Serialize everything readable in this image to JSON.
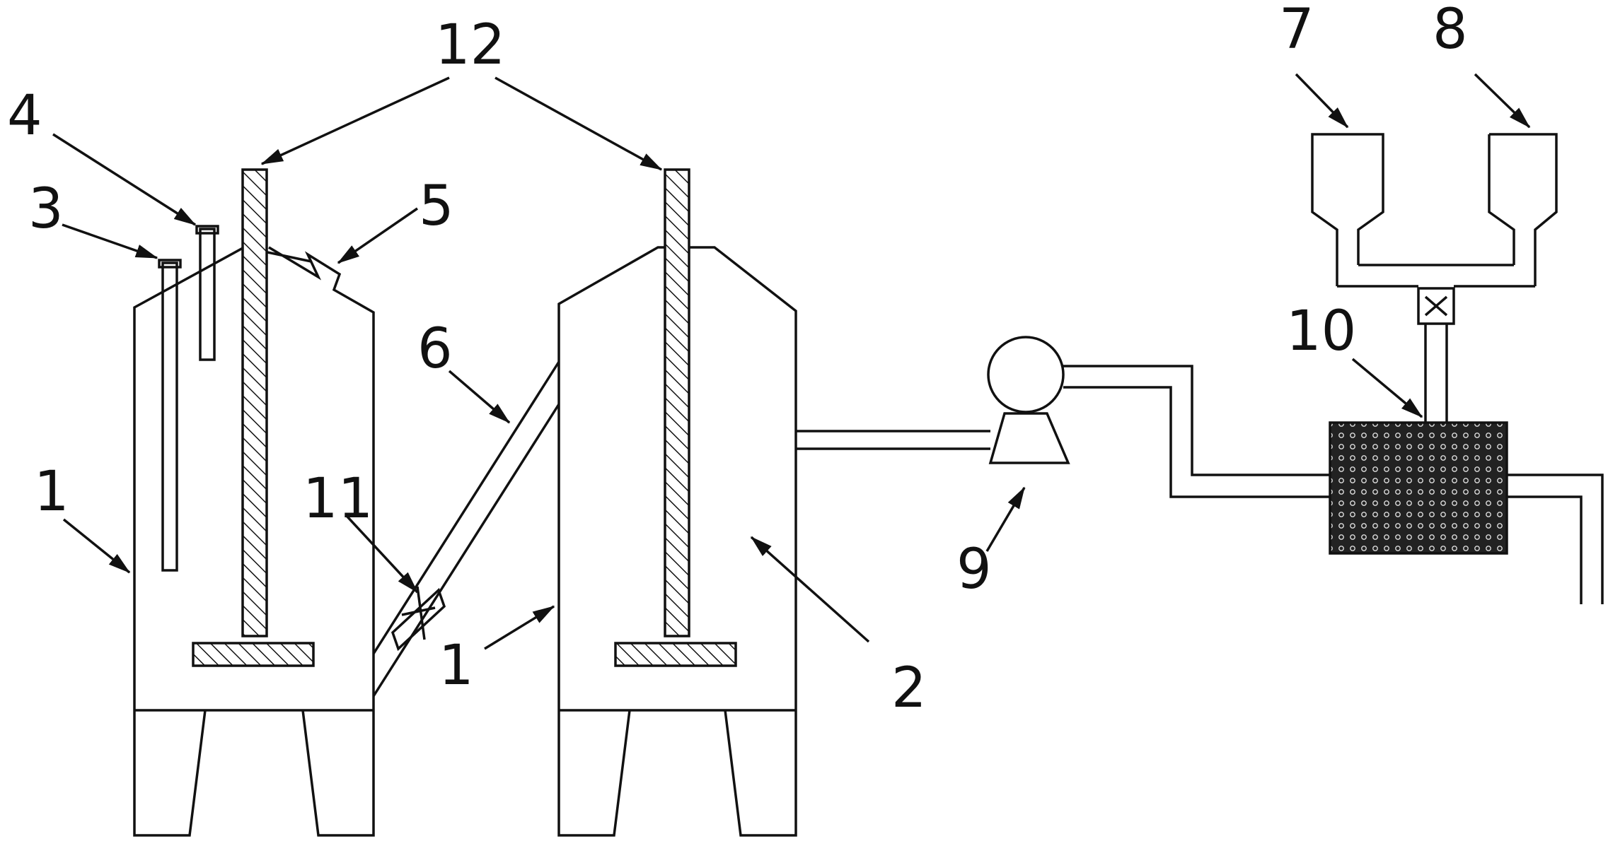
{
  "labels": {
    "l1a": "1",
    "l1b": "1",
    "l2": "2",
    "l3": "3",
    "l4": "4",
    "l5": "5",
    "l6": "6",
    "l7": "7",
    "l8": "8",
    "l9": "9",
    "l10": "10",
    "l11": "11",
    "l12": "12"
  },
  "colors": {
    "line": "#111111",
    "background": "#ffffff"
  }
}
